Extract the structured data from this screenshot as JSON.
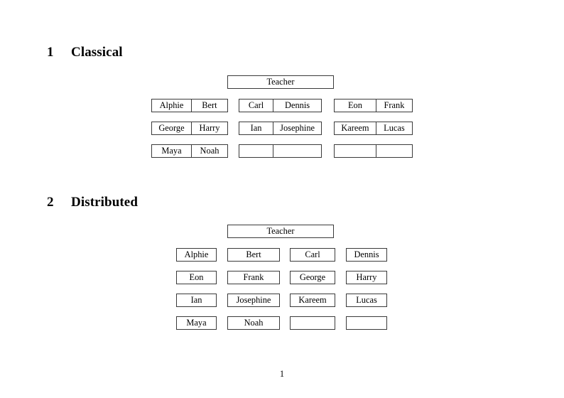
{
  "document": {
    "page_number": "1",
    "text_color": "#000000",
    "border_color": "#3a3a3a",
    "background": "#ffffff"
  },
  "sections": [
    {
      "number": "1",
      "title": "Classical",
      "root": {
        "label": "Teacher"
      },
      "layout": "three-groups-of-two",
      "rows": [
        {
          "groups": [
            {
              "cells": [
                "Alphie",
                "Bert"
              ]
            },
            {
              "cells": [
                "Carl",
                "Dennis"
              ]
            },
            {
              "cells": [
                "Eon",
                "Frank"
              ]
            }
          ]
        },
        {
          "groups": [
            {
              "cells": [
                "George",
                "Harry"
              ]
            },
            {
              "cells": [
                "Ian",
                "Josephine"
              ]
            },
            {
              "cells": [
                "Kareem",
                "Lucas"
              ]
            }
          ]
        },
        {
          "groups": [
            {
              "cells": [
                "Maya",
                "Noah"
              ]
            },
            {
              "cells": [
                "",
                ""
              ]
            },
            {
              "cells": [
                "",
                ""
              ]
            }
          ]
        }
      ]
    },
    {
      "number": "2",
      "title": "Distributed",
      "root": {
        "label": "Teacher"
      },
      "layout": "four-columns",
      "rows": [
        {
          "cells": [
            "Alphie",
            "Bert",
            "Carl",
            "Dennis"
          ]
        },
        {
          "cells": [
            "Eon",
            "Frank",
            "George",
            "Harry"
          ]
        },
        {
          "cells": [
            "Ian",
            "Josephine",
            "Kareem",
            "Lucas"
          ]
        },
        {
          "cells": [
            "Maya",
            "Noah",
            "",
            ""
          ]
        }
      ]
    }
  ]
}
